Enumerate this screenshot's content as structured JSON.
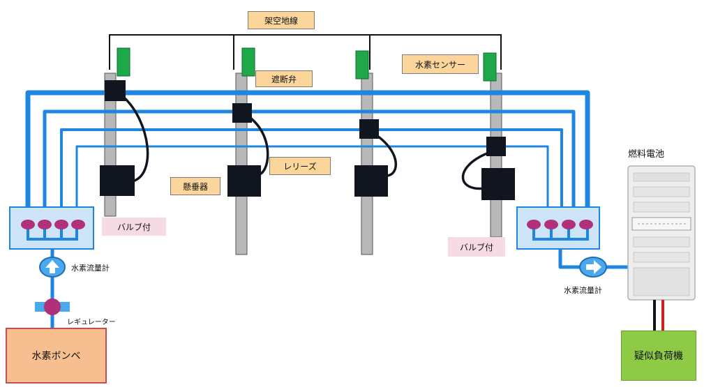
{
  "labels": {
    "overhead_ground_wire": "架空地線",
    "cutoff_valve": "遮断弁",
    "hydrogen_sensor": "水素センサー",
    "release": "レリーズ",
    "insulator": "懸垂器",
    "valve_left": "バルブ付",
    "valve_right": "バルブ付",
    "flowmeter_left": "水素流量計",
    "flowmeter_right": "水素流量計",
    "regulator": "レギュレーター",
    "hydrogen_cylinder": "水素ボンベ",
    "fuel_cell": "燃料電池",
    "dummy_load": "疑似負荷機"
  },
  "colors": {
    "pipe": "#1f86df",
    "manifold": "#cde3f6",
    "valve": "#b0307a",
    "sensor": "#1fa84a",
    "pole": "#b8b8b8",
    "device": "#101520",
    "tank": "#f7be8f",
    "load": "#8fca47",
    "cable_red": "#d22020"
  }
}
